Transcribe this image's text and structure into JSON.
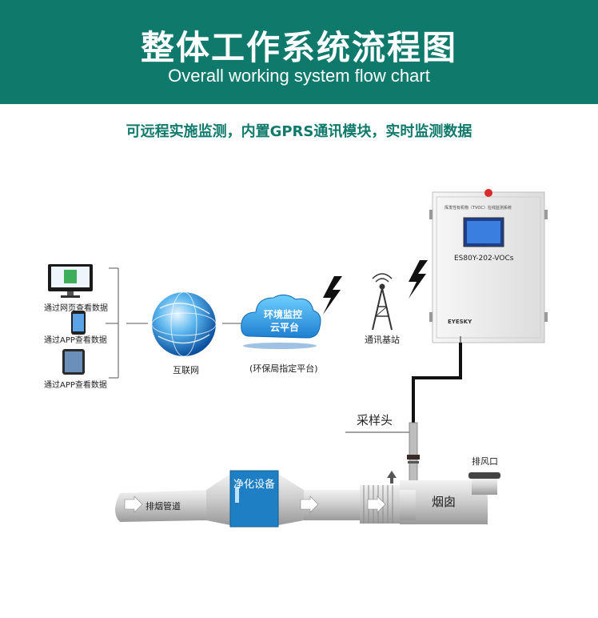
{
  "header": {
    "title": "整体工作系统流程图",
    "subtitle_en": "Overall working system flow chart"
  },
  "tagline": "可远程实施监测，内置GPRS通讯模块，实时监测数据",
  "clients": [
    {
      "label": "通过网页查看数据",
      "icon": "desktop-monitor-icon"
    },
    {
      "label": "通过APP查看数据",
      "icon": "smartphone-icon"
    },
    {
      "label": "通过APP查看数据",
      "icon": "tablet-icon"
    }
  ],
  "internet": {
    "label": "互联网",
    "icon": "globe-icon"
  },
  "cloud": {
    "text_line1": "环境监控",
    "text_line2": "云平台",
    "caption": "(环保局指定平台)"
  },
  "tower": {
    "label": "通讯基站"
  },
  "device": {
    "header_text": "挥发性有机物（TVOC）在线监测系统",
    "model": "ES80Y-202-VOCs",
    "brand": "EYESKY"
  },
  "sampling_head": "采样头",
  "outlet": "排风口",
  "pipe_label": "排烟管道",
  "purifier_label": "净化设备",
  "chimney_label": "烟囱",
  "colors": {
    "banner": "#0f7a6b",
    "accent_text": "#0f7a6b",
    "purifier": "#1e7fc4",
    "pipe": "#c9c9c9",
    "lightning": "#111111"
  }
}
